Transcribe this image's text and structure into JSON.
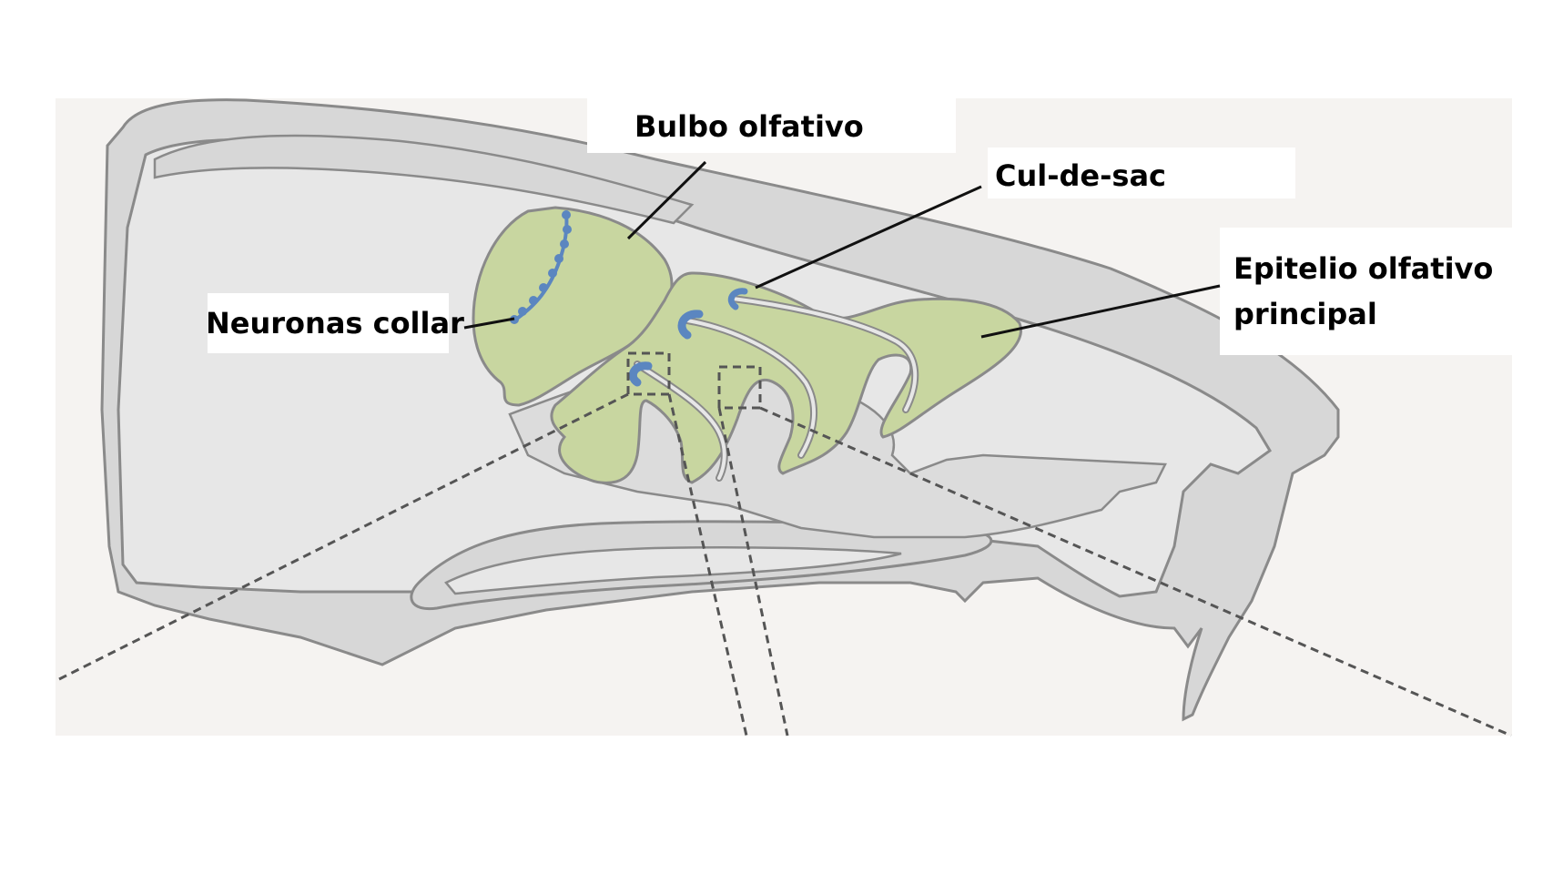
{
  "labels": {
    "bulbo": "Bulbo olfativo",
    "culdesac": "Cul-de-sac",
    "epitelio_line1": "Epitelio olfativo",
    "epitelio_line2": "principal",
    "neuronas": "Neuronas collar"
  },
  "colors": {
    "background_panel": "#f5f3f1",
    "skull_fill": "#d7d7d7",
    "cavity_fill": "#e7e7e7",
    "outline": "#8a8a8a",
    "olfactory_tissue": "#c8d6a0",
    "neuron_blue": "#5b86c0",
    "leader_line": "#111111",
    "dashed_line": "#555555"
  }
}
